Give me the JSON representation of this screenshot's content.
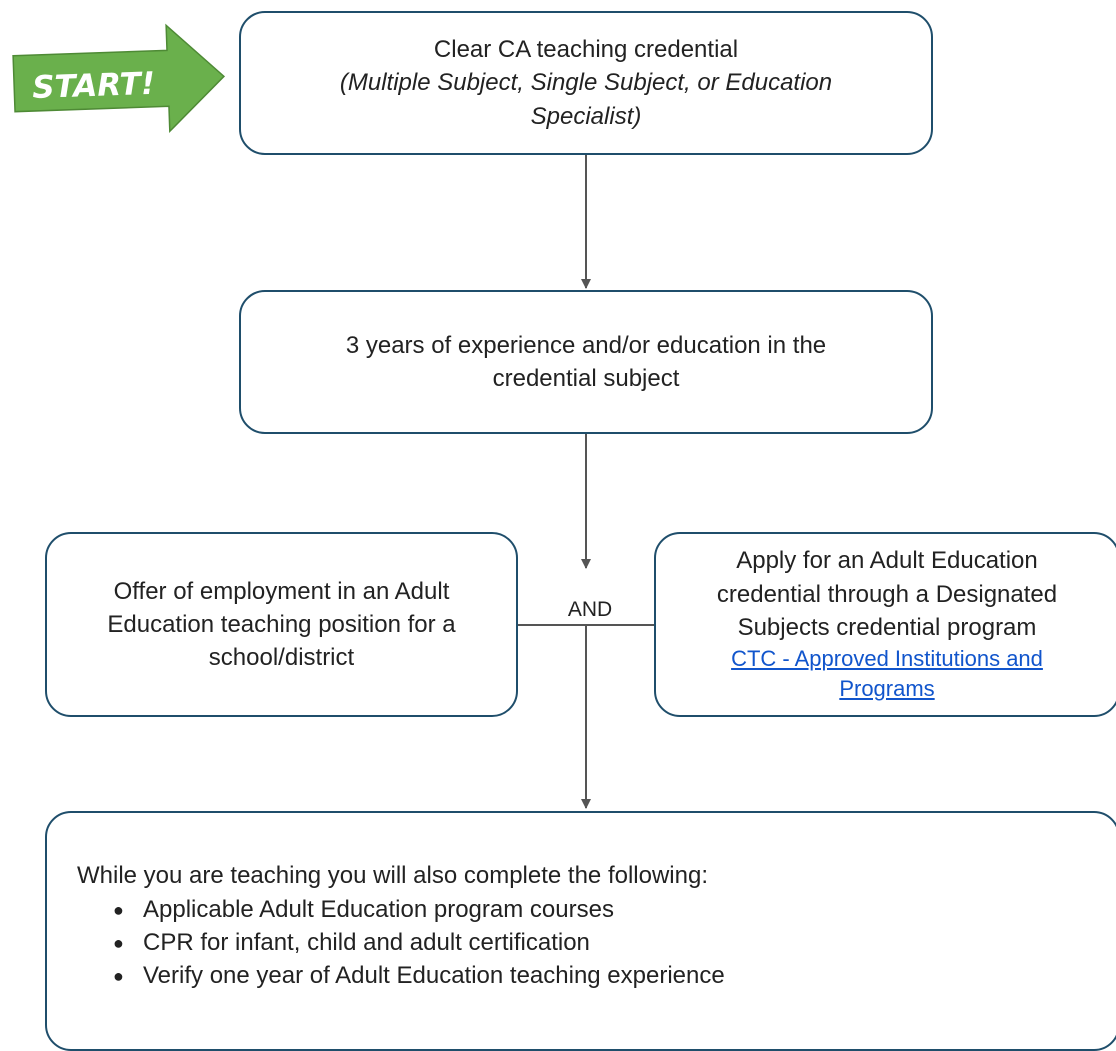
{
  "start_label": "START!",
  "colors": {
    "box_border": "#1f4e6b",
    "arrow_green": "#6ab04c",
    "connector": "#555555",
    "link": "#1155cc"
  },
  "boxes": {
    "credential": {
      "title": "Clear CA teaching credential",
      "subtitle": "(Multiple Subject, Single Subject, or Education Specialist)"
    },
    "experience": {
      "text": "3 years of experience and/or education in the credential subject"
    },
    "employment": {
      "text": "Offer of employment in an Adult Education teaching position for a school/district"
    },
    "apply": {
      "text": "Apply for an Adult Education credential through a Designated Subjects credential program",
      "link_text": "CTC - Approved Institutions and Programs"
    },
    "final": {
      "intro": "While you are teaching you will also complete the following:",
      "items": [
        "Applicable Adult Education program courses",
        "CPR for infant, child and adult certification",
        "Verify one year of Adult Education teaching experience"
      ],
      "bullet": "●"
    }
  },
  "connector_label": "AND"
}
